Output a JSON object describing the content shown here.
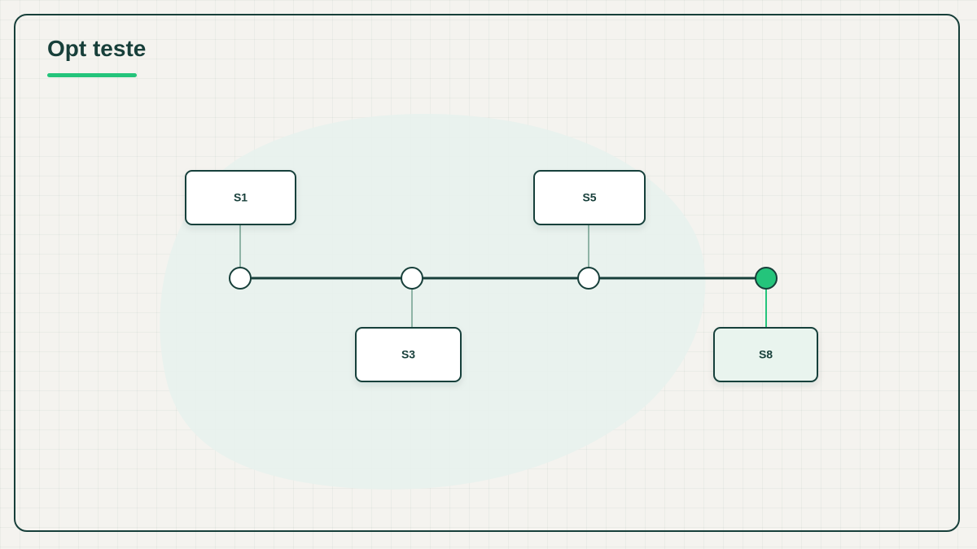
{
  "title": "Opt teste",
  "colors": {
    "background": "#f4f3ef",
    "ink": "#173f3a",
    "accent": "#24c47b",
    "blob": "#e8f2ed",
    "connector": "#8fb4a6",
    "highlight_fill": "#e9f4ee"
  },
  "timeline": {
    "events": [
      {
        "label": "S1",
        "side": "above",
        "highlighted": false
      },
      {
        "label": "S3",
        "side": "below",
        "highlighted": false
      },
      {
        "label": "S5",
        "side": "above",
        "highlighted": false
      },
      {
        "label": "S8",
        "side": "below",
        "highlighted": true
      }
    ]
  }
}
